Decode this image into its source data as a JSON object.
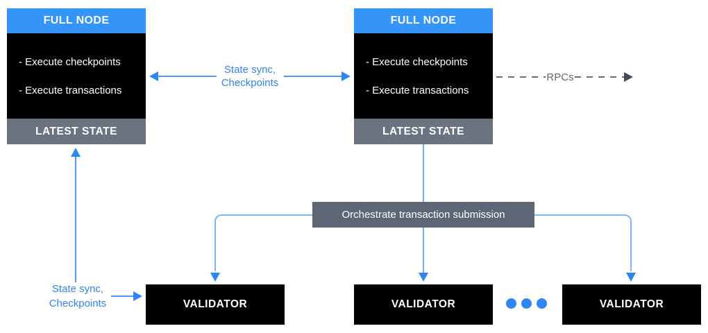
{
  "colors": {
    "header_blue": "#3494F8",
    "accent_blue_text": "#2F85F3",
    "line_blue": "#4D99F7",
    "branch_blue": "#7EB4F8",
    "arrowhead_blue": "#2E86F4",
    "footer_gray": "#6B7280",
    "bar_gray": "#5D6674",
    "rpc_gray": "#5D6674",
    "box_black": "#000000",
    "background": "#FFFFFF"
  },
  "full_nodes": [
    {
      "title": "FULL NODE",
      "items": [
        "- Execute checkpoints",
        "- Execute transactions"
      ],
      "footer": "LATEST STATE"
    },
    {
      "title": "FULL NODE",
      "items": [
        "- Execute checkpoints",
        "- Execute transactions"
      ],
      "footer": "LATEST STATE"
    }
  ],
  "labels": {
    "sync_top_line1": "State sync,",
    "sync_top_line2": "Checkpoints",
    "rpc": "RPCs",
    "orchestrate": "Orchestrate transaction submission",
    "sync_bottom_line1": "State sync,",
    "sync_bottom_line2": "Checkpoints"
  },
  "validators": [
    {
      "label": "VALIDATOR"
    },
    {
      "label": "VALIDATOR"
    },
    {
      "label": "VALIDATOR"
    }
  ]
}
